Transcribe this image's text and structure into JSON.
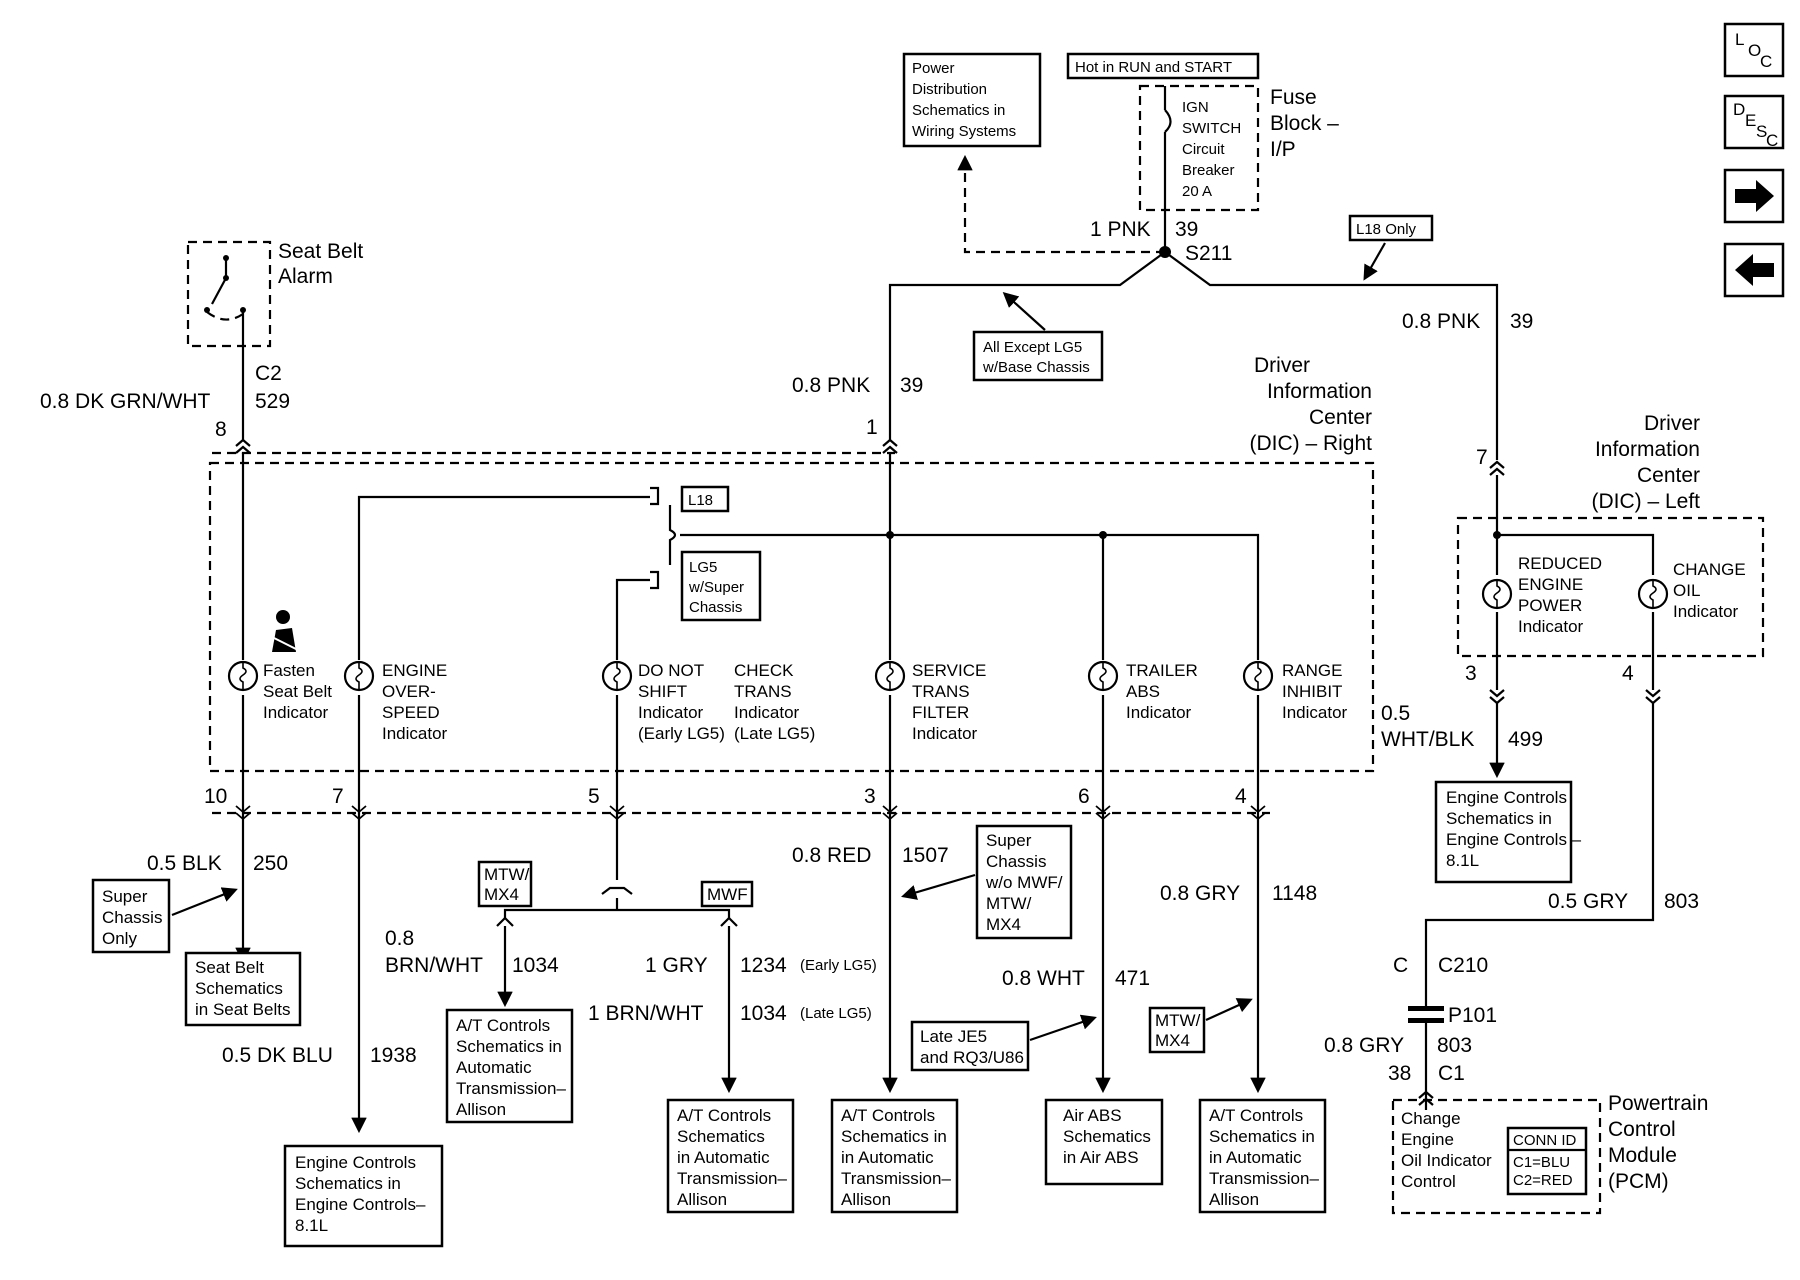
{
  "nav": {
    "loc": {
      "top": "L",
      "mid": "O",
      "bot": "C"
    },
    "desc": {
      "top": "D",
      "mid": "E",
      "lo": "S",
      "bot": "C"
    }
  },
  "top": {
    "hot_in_run": "Hot in RUN and START",
    "power_dist": [
      "Power",
      "Distribution",
      "Schematics in",
      "Wiring Systems"
    ],
    "ign_switch": [
      "IGN",
      "SWITCH",
      "Circuit",
      "Breaker",
      "20 A"
    ],
    "fuse_block": [
      "Fuse",
      "Block –",
      "I/P"
    ],
    "wire_1pnk": "1 PNK",
    "wire_39": "39",
    "splice": "S211",
    "l18_only": "L18 Only",
    "all_except": [
      "All Except LG5",
      "w/Base Chassis"
    ]
  },
  "seatbelt_alarm": {
    "label": [
      "Seat Belt",
      "Alarm"
    ],
    "conn": "C2",
    "wire": "0.8 DK GRN/WHT",
    "circuit": "529",
    "pin": "8"
  },
  "dic_right": {
    "label": [
      "Driver",
      "Information",
      "Center",
      "(DIC) – Right"
    ],
    "wire_in": "0.8 PNK",
    "circuit_in": "39",
    "pin_in": "1",
    "l18": "L18",
    "lg5_super": [
      "LG5",
      "w/Super",
      "Chassis"
    ],
    "indicators": {
      "fasten": [
        "Fasten",
        "Seat Belt",
        "Indicator"
      ],
      "overspeed": [
        "ENGINE",
        "OVER-",
        "SPEED",
        "Indicator"
      ],
      "donotshift": [
        "DO NOT",
        "SHIFT",
        "Indicator",
        "(Early LG5)"
      ],
      "checktrans": [
        "CHECK",
        "TRANS",
        "Indicator",
        "(Late LG5)"
      ],
      "service": [
        "SERVICE",
        "TRANS",
        "FILTER",
        "Indicator"
      ],
      "trailer": [
        "TRAILER",
        "ABS",
        "Indicator"
      ],
      "range": [
        "RANGE",
        "INHIBIT",
        "Indicator"
      ]
    },
    "pins": {
      "p10": "10",
      "p7": "7",
      "p5": "5",
      "p3": "3",
      "p6": "6",
      "p4": "4"
    }
  },
  "dic_left": {
    "label": [
      "Driver",
      "Information",
      "Center",
      "(DIC) – Left"
    ],
    "wire_in": "0.8 PNK",
    "circuit_in": "39",
    "pin_in": "7",
    "reduced": [
      "REDUCED",
      "ENGINE",
      "POWER",
      "Indicator"
    ],
    "changeoil": [
      "CHANGE",
      "OIL",
      "Indicator"
    ],
    "pin3": "3",
    "pin4": "4",
    "wire_out": [
      "0.5",
      "WHT/BLK"
    ],
    "circuit_out": "499",
    "engine_controls": [
      "Engine Controls",
      "Schematics in",
      "Engine Controls –",
      "8.1L"
    ],
    "wire_gry": "0.5 GRY",
    "circuit_gry": "803"
  },
  "bottom": {
    "blk_wire": "0.5 BLK",
    "blk_circuit": "250",
    "super_chassis_only": [
      "Super",
      "Chassis",
      "Only"
    ],
    "seatbelt_sch": [
      "Seat Belt",
      "Schematics",
      "in Seat Belts"
    ],
    "dkblu_wire": "0.5 DK BLU",
    "dkblu_circuit": "1938",
    "engine_sch": [
      "Engine Controls",
      "Schematics in",
      "Engine Controls–",
      "8.1L"
    ],
    "mtw_mx4": [
      "MTW/",
      "MX4"
    ],
    "mwf": "MWF",
    "brn_wire": [
      "0.8",
      "BRN/WHT"
    ],
    "brn_circuit": "1034",
    "gry_wire": "1 GRY",
    "gry_circuit": "1234",
    "gry_note": "(Early LG5)",
    "brn2_wire": "1 BRN/WHT",
    "brn2_circuit": "1034",
    "brn2_note": "(Late LG5)",
    "at_allison": [
      "A/T Controls",
      "Schematics in",
      "Automatic",
      "Transmission–",
      "Allison"
    ],
    "at_allison2": [
      "A/T Controls",
      "Schematics",
      "in Automatic",
      "Transmission–",
      "Allison"
    ],
    "red_wire": "0.8 RED",
    "red_circuit": "1507",
    "super_wo": [
      "Super",
      "Chassis",
      "w/o MWF/",
      "MTW/",
      "MX4"
    ],
    "wht_wire": "0.8 WHT",
    "wht_circuit": "471",
    "late_je5": [
      "Late JE5",
      "and RQ3/U86"
    ],
    "air_abs": [
      "Air ABS",
      "Schematics",
      "in Air ABS"
    ],
    "gry1148_wire": "0.8 GRY",
    "gry1148_circuit": "1148",
    "mtw_mx4_2": [
      "MTW/",
      "MX4"
    ]
  },
  "pcm": {
    "c": "C",
    "c210": "C210",
    "p101": "P101",
    "wire": "0.8 GRY",
    "circuit": "803",
    "pin": "38",
    "conn": "C1",
    "label": [
      "Powertrain",
      "Control",
      "Module",
      "(PCM)"
    ],
    "inner": [
      "Change",
      "Engine",
      "Oil Indicator",
      "Control"
    ],
    "conn_id": [
      "CONN ID",
      "C1=BLU",
      "C2=RED"
    ]
  }
}
